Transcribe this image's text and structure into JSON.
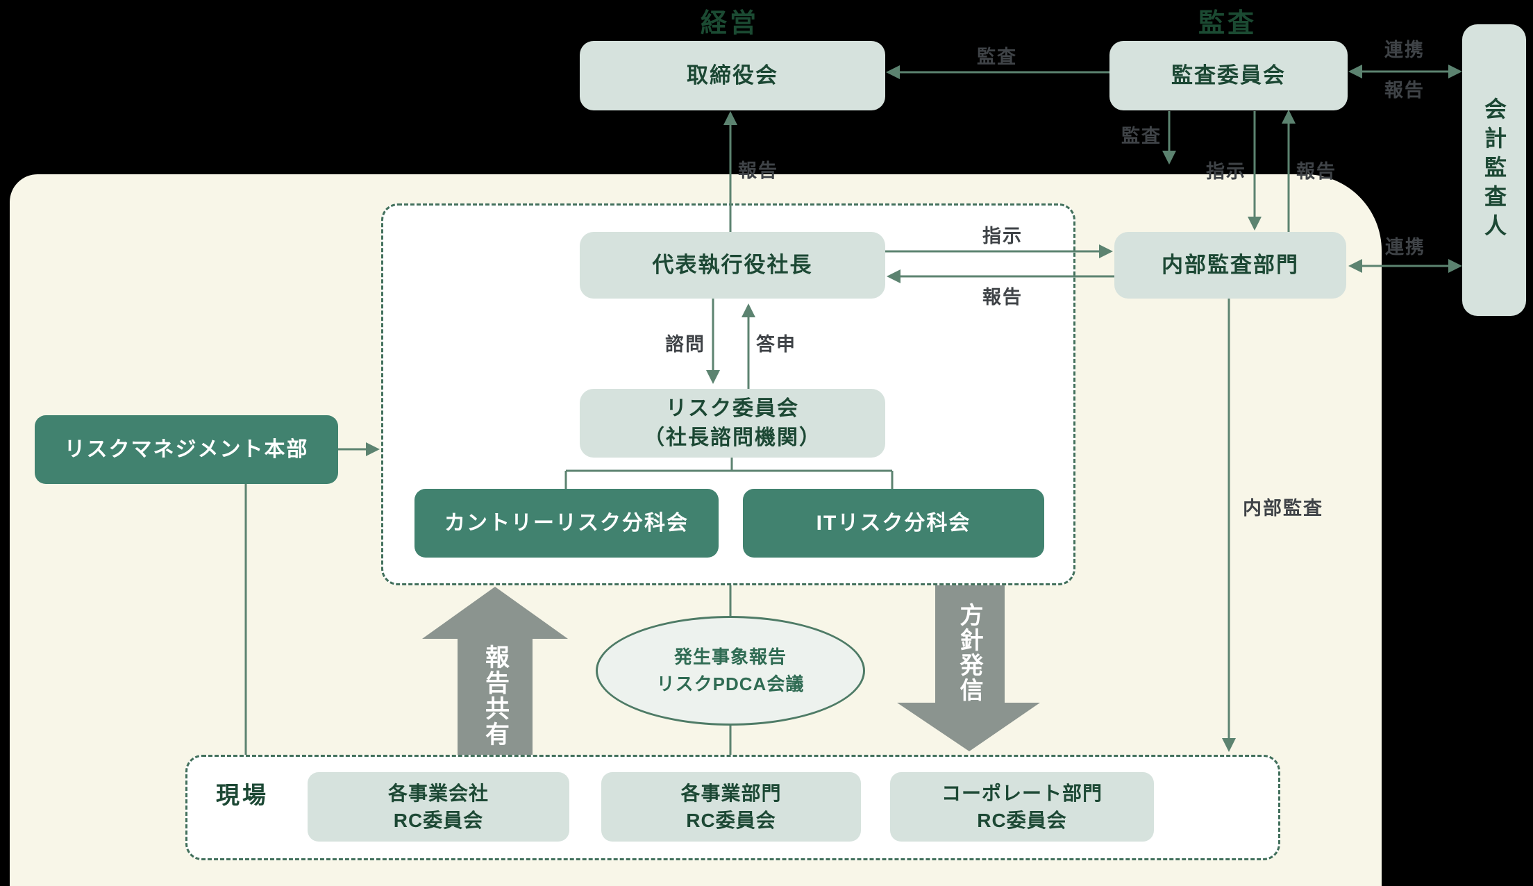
{
  "headings": {
    "management": "経営",
    "audit": "監査"
  },
  "nodes": {
    "board": "取締役会",
    "audit_committee": "監査委員会",
    "accounting_auditor": "会計監査人",
    "president": "代表執行役社長",
    "internal_audit_dept": "内部監査部門",
    "risk_committee": {
      "line1": "リスク委員会",
      "line2": "（社長諮問機関）"
    },
    "country_risk_subcommittee": "カントリーリスク分科会",
    "it_risk_subcommittee": "ITリスク分科会",
    "risk_management_hq": "リスクマネジメント本部",
    "pdca_ellipse": {
      "line1": "発生事象報告",
      "line2": "リスクPDCA会議"
    },
    "genba_label": "現場",
    "genba_boxes": [
      {
        "line1": "各事業会社",
        "line2": "RC委員会"
      },
      {
        "line1": "各事業部門",
        "line2": "RC委員会"
      },
      {
        "line1": "コーポレート部門",
        "line2": "RC委員会"
      }
    ]
  },
  "edge_labels": {
    "audit_to_board": "監査",
    "renkei_top": "連携",
    "houkoku_top": "報告",
    "audit_down": "監査",
    "shiji_committee_to_internal": "指示",
    "houkoku_internal_to_committee": "報告",
    "houkoku_president_to_board": "報告",
    "shiji_president_to_internal": "指示",
    "houkoku_internal_to_president": "報告",
    "shimon": "諮問",
    "toushin": "答申",
    "renkei_internal": "連携",
    "naibu_kansa": "内部監査"
  },
  "big_arrows": {
    "up": "報告共有",
    "down": "方針発信"
  },
  "colors": {
    "background": "#000000",
    "cream_area": "#f8f6e8",
    "node_light": "#d6e2dd",
    "node_dark": "#41826f",
    "text_green": "#1c4834",
    "heading_green": "#1b4a32",
    "line_green": "#5c8370",
    "dashed_green": "#42705c",
    "label_gray": "#3f4347",
    "big_arrow_gray": "#8b948f",
    "ellipse_fill": "#edf2ee",
    "ellipse_stroke": "#4e7b66"
  }
}
